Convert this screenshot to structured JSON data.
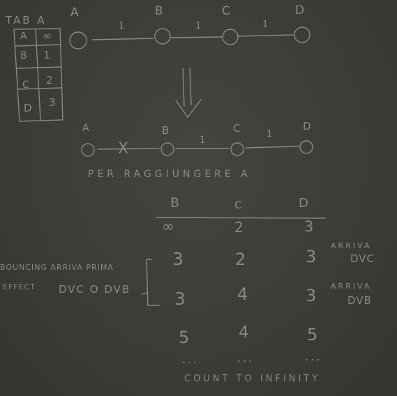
{
  "tab_title": "TAB A",
  "routing_table": {
    "rows": [
      {
        "dest": "A",
        "cost": "∞"
      },
      {
        "dest": "B",
        "cost": "1"
      },
      {
        "dest": "C",
        "cost": "2"
      },
      {
        "dest": "D",
        "cost": "3"
      }
    ]
  },
  "top_network": {
    "nodes": [
      "A",
      "B",
      "C",
      "D"
    ],
    "links": [
      "1",
      "1",
      "1"
    ]
  },
  "bottom_network": {
    "nodes": [
      "A",
      "B",
      "C",
      "D"
    ],
    "broken_link": "X",
    "links": [
      "1",
      "1"
    ]
  },
  "heading": "PER RAGGIUNGERE A",
  "columns": [
    "B",
    "C",
    "D"
  ],
  "rows": [
    [
      "∞",
      "2",
      "3"
    ],
    [
      "3",
      "2",
      "3"
    ],
    [
      "3",
      "4",
      "3"
    ],
    [
      "5",
      "4",
      "5"
    ],
    [
      "...",
      "...",
      "..."
    ]
  ],
  "notes": {
    "arriva_c_line1": "ARRIVA",
    "arriva_c_line2": "DVC",
    "arriva_b_line1": "ARRIVA",
    "arriva_b_line2": "DVB",
    "bouncing_line1": "BOUNCING ARRIVA PRIMA",
    "bouncing_line2": "EFFECT",
    "bouncing_line3": "DVC O DVB"
  },
  "footer": "COUNT TO INFINITY"
}
